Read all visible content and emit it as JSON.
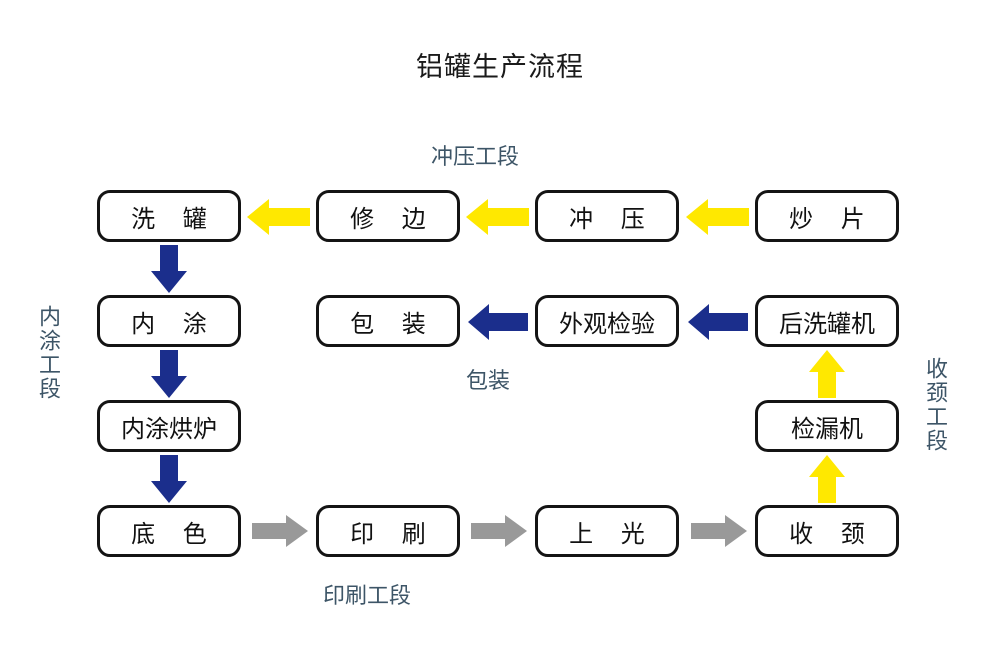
{
  "title": "铝罐生产流程",
  "colors": {
    "box_border": "#141414",
    "box_text": "#111111",
    "section_label": "#3d5567",
    "arrow_yellow": "#FFE800",
    "arrow_navy": "#1B2E8C",
    "arrow_gray": "#999999",
    "background": "#FFFFFF"
  },
  "chart_data": {
    "type": "diagram",
    "title": "铝罐生产流程",
    "nodes": [
      {
        "id": "chaopian",
        "label": "炒 片",
        "row": 1,
        "col": 4
      },
      {
        "id": "chongya",
        "label": "冲 压",
        "row": 1,
        "col": 3
      },
      {
        "id": "xiubian",
        "label": "修 边",
        "row": 1,
        "col": 2
      },
      {
        "id": "xiguan",
        "label": "洗 罐",
        "row": 1,
        "col": 1
      },
      {
        "id": "neitu",
        "label": "内 涂",
        "row": 2,
        "col": 1
      },
      {
        "id": "baozhuang",
        "label": "包 装",
        "row": 2,
        "col": 2
      },
      {
        "id": "waiguanjianyan",
        "label": "外观检验",
        "row": 2,
        "col": 3
      },
      {
        "id": "houxiguanji",
        "label": "后洗罐机",
        "row": 2,
        "col": 4
      },
      {
        "id": "neituhonglu",
        "label": "内涂烘炉",
        "row": 3,
        "col": 1
      },
      {
        "id": "jianlouji",
        "label": "检漏机",
        "row": 3,
        "col": 4
      },
      {
        "id": "dise",
        "label": "底 色",
        "row": 4,
        "col": 1
      },
      {
        "id": "yinshua",
        "label": "印 刷",
        "row": 4,
        "col": 2
      },
      {
        "id": "shangguang",
        "label": "上 光",
        "row": 4,
        "col": 3
      },
      {
        "id": "shoujing",
        "label": "收 颈",
        "row": 4,
        "col": 4
      }
    ],
    "edges": [
      {
        "from": "chaopian",
        "to": "chongya",
        "color": "#FFE800",
        "direction": "left"
      },
      {
        "from": "chongya",
        "to": "xiubian",
        "color": "#FFE800",
        "direction": "left"
      },
      {
        "from": "xiubian",
        "to": "xiguan",
        "color": "#FFE800",
        "direction": "left"
      },
      {
        "from": "xiguan",
        "to": "neitu",
        "color": "#1B2E8C",
        "direction": "down"
      },
      {
        "from": "neitu",
        "to": "neituhonglu",
        "color": "#1B2E8C",
        "direction": "down"
      },
      {
        "from": "neituhonglu",
        "to": "dise",
        "color": "#1B2E8C",
        "direction": "down"
      },
      {
        "from": "dise",
        "to": "yinshua",
        "color": "#999999",
        "direction": "right"
      },
      {
        "from": "yinshua",
        "to": "shangguang",
        "color": "#999999",
        "direction": "right"
      },
      {
        "from": "shangguang",
        "to": "shoujing",
        "color": "#999999",
        "direction": "right"
      },
      {
        "from": "shoujing",
        "to": "jianlouji",
        "color": "#FFE800",
        "direction": "up"
      },
      {
        "from": "jianlouji",
        "to": "houxiguanji",
        "color": "#FFE800",
        "direction": "up"
      },
      {
        "from": "houxiguanji",
        "to": "waiguanjianyan",
        "color": "#1B2E8C",
        "direction": "left"
      },
      {
        "from": "waiguanjianyan",
        "to": "baozhuang",
        "color": "#1B2E8C",
        "direction": "left"
      }
    ],
    "section_labels": [
      {
        "id": "stamping",
        "label": "冲压工段",
        "orientation": "horizontal"
      },
      {
        "id": "coating",
        "label": "内涂工段",
        "orientation": "vertical"
      },
      {
        "id": "packaging",
        "label": "包装",
        "orientation": "horizontal"
      },
      {
        "id": "necking",
        "label": "收颈工段",
        "orientation": "vertical"
      },
      {
        "id": "printing",
        "label": "印刷工段",
        "orientation": "horizontal"
      }
    ]
  },
  "nodes": {
    "chaopian": "炒 片",
    "chongya": "冲 压",
    "xiubian": "修 边",
    "xiguan": "洗 罐",
    "neitu": "内 涂",
    "baozhuang": "包 装",
    "waiguanjianyan": "外观检验",
    "houxiguanji": "后洗罐机",
    "neituhonglu": "内涂烘炉",
    "jianlouji": "检漏机",
    "dise": "底 色",
    "yinshua": "印 刷",
    "shangguang": "上 光",
    "shoujing": "收 颈"
  },
  "sections": {
    "stamping": "冲压工段",
    "coating": "内涂工段",
    "packaging": "包装",
    "necking": "收颈工段",
    "printing": "印刷工段"
  }
}
